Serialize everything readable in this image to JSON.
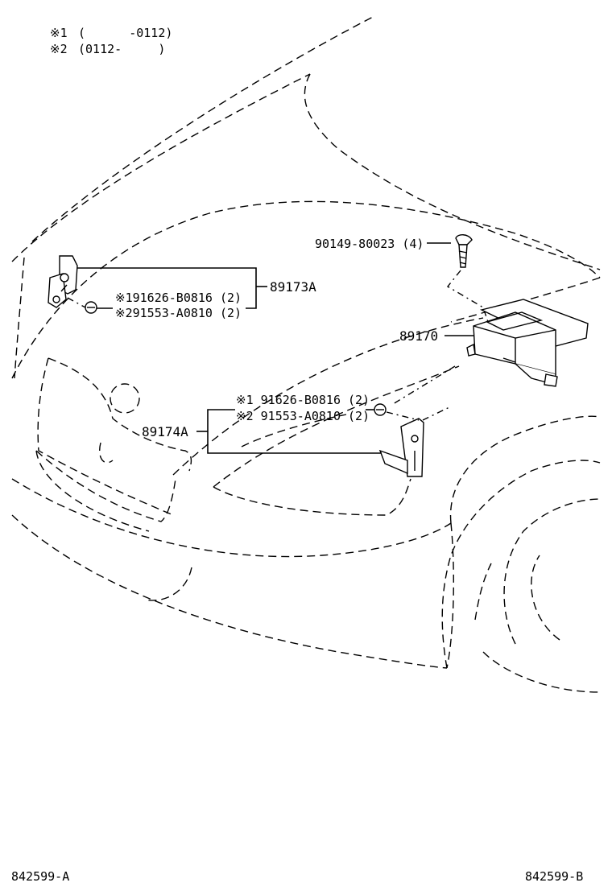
{
  "legend": [
    {
      "mark": "※1",
      "range": "(      -0112)"
    },
    {
      "mark": "※2",
      "range": "(0112-     )"
    }
  ],
  "callouts": {
    "bolt": "90149-80023 (4)",
    "sensor_assy_left": "89173A",
    "sensor_left_part1": "※191626-B0816 (2)",
    "sensor_left_part2": "※291553-A0810 (2)",
    "airbag_computer": "89170",
    "bracket_right": "89174A",
    "bracket_part1": "※1 91626-B0816 (2)",
    "bracket_part2": "※2 91553-A0810 (2)"
  },
  "footer": {
    "left_code": "842599-A",
    "right_code": "842599-B"
  }
}
